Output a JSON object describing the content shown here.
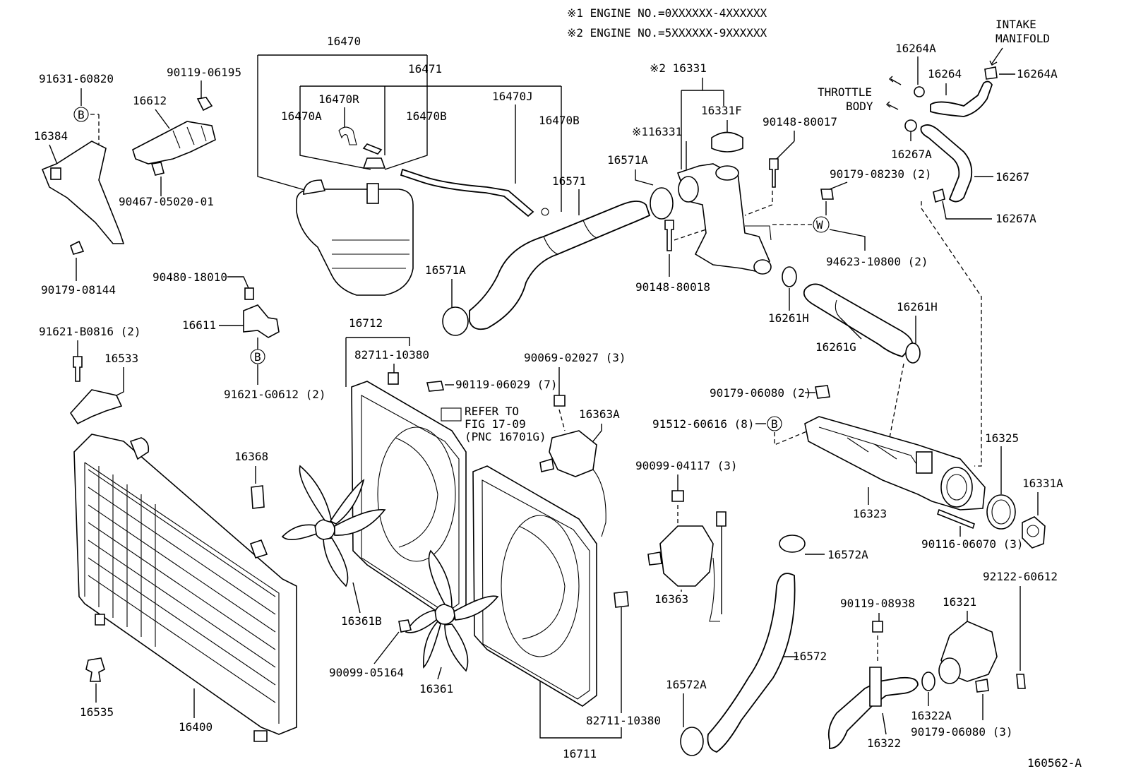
{
  "header": {
    "note1": "※1 ENGINE NO.=0XXXXXX-4XXXXXX",
    "note2": "※2 ENGINE NO.=5XXXXXX-9XXXXXX"
  },
  "diagram_id": "160562-A",
  "labels": {
    "p16470": "16470",
    "p16471": "16471",
    "p16470R": "16470R",
    "p16470A": "16470A",
    "p16470B_1": "16470B",
    "p16470J": "16470J",
    "p16470B_2": "16470B",
    "p91631": "91631-60820",
    "p16384": "16384",
    "p90179_08144": "90179-08144",
    "p90119_06195": "90119-06195",
    "p16612": "16612",
    "p90467": "90467-05020-01",
    "p90480": "90480-18010",
    "p16611": "16611",
    "p91621_G0612": "91621-G0612 (2)",
    "p91621_B0816": "91621-B0816 (2)",
    "p16533": "16533",
    "p16331_2": "※2 16331",
    "p16331F": "16331F",
    "p116331": "※116331",
    "p16571A_1": "16571A",
    "p16571": "16571",
    "p16571A_2": "16571A",
    "p90148_80017": "90148-80017",
    "p90148_80018": "90148-80018",
    "p90179_08230": "90179-08230 (2)",
    "p94623": "94623-10800 (2)",
    "intake": "INTAKE",
    "manifold": "MANIFOLD",
    "p16264A_1": "16264A",
    "p16264": "16264",
    "p16264A_2": "16264A",
    "throttle": "THROTTLE",
    "body": "BODY",
    "p16267A_1": "16267A",
    "p16267": "16267",
    "p16267A_2": "16267A",
    "p16261H_1": "16261H",
    "p16261H_2": "16261H",
    "p16261G": "16261G",
    "p16712": "16712",
    "p82711_top": "82711-10380",
    "p90119_06029": "90119-06029 (7)",
    "refer1": "REFER TO",
    "refer2": "FIG 17-09",
    "refer3": "(PNC 16701G)",
    "p90069": "90069-02027 (3)",
    "p16363A": "16363A",
    "p90179_06080_2": "90179-06080 (2)",
    "p91512": "91512-60616 (8)",
    "p16325": "16325",
    "p16331A": "16331A",
    "p16323": "16323",
    "p90116": "90116-06070 (3)",
    "p90099_04117": "90099-04117 (3)",
    "p16363": "16363",
    "p16572A_1": "16572A",
    "p16572": "16572",
    "p16572A_2": "16572A",
    "p16368": "16368",
    "p16361B": "16361B",
    "p90099_05164": "90099-05164",
    "p16361": "16361",
    "p16535": "16535",
    "p16400": "16400",
    "p82711_bot": "82711-10380",
    "p16711": "16711",
    "p90119_08938": "90119-08938",
    "p92122": "92122-60612",
    "p16321": "16321",
    "p16322A": "16322A",
    "p16322": "16322",
    "p90179_06080_3": "90179-06080 (3)",
    "circleB": "B",
    "circleW": "W"
  }
}
